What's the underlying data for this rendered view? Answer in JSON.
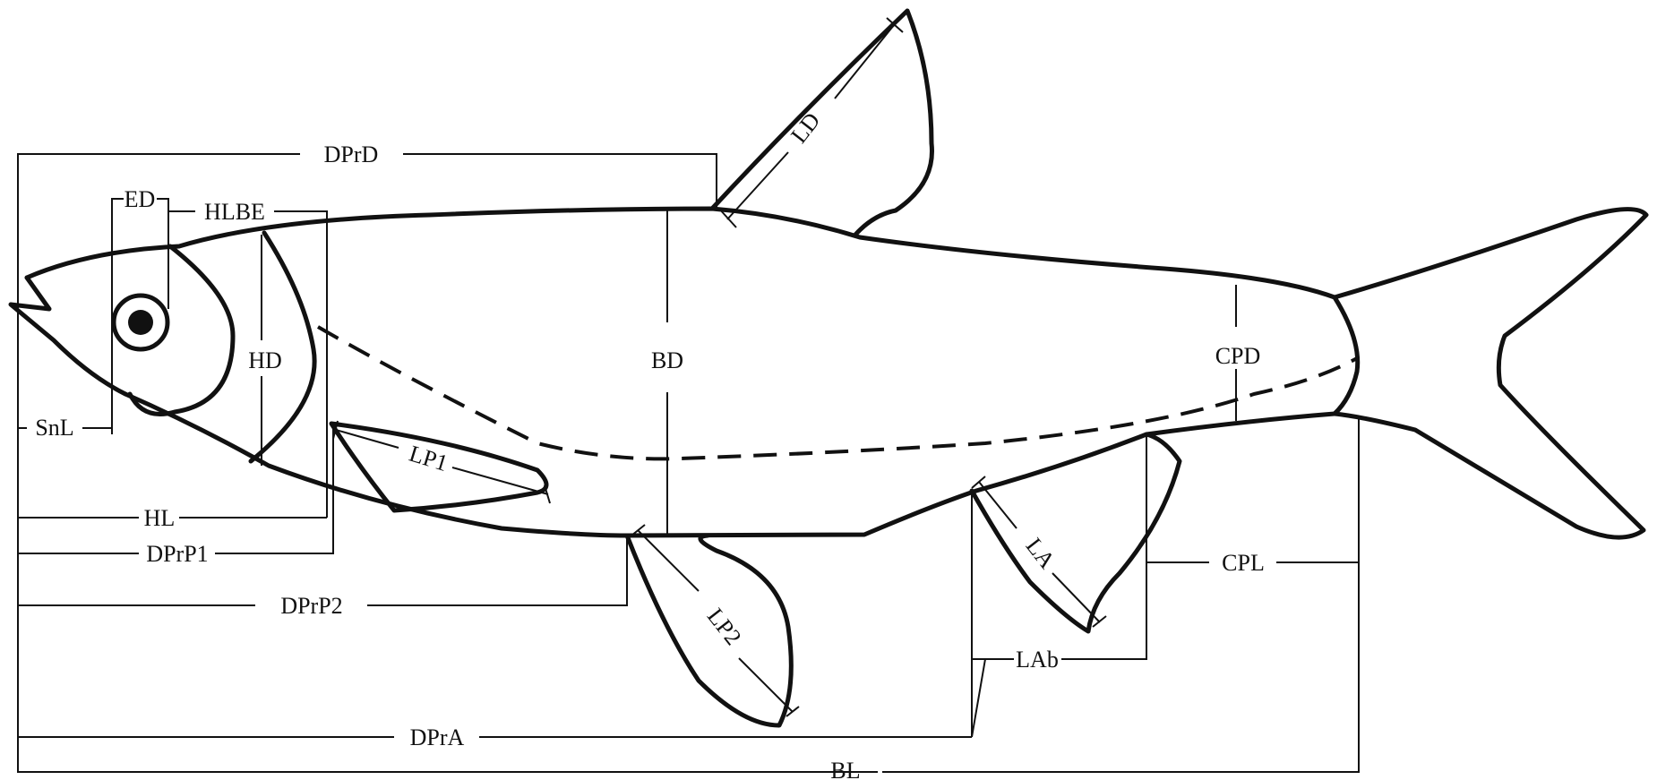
{
  "labels": {
    "dprd": "DPrD",
    "ld": "LD",
    "ed": "ED",
    "hlbe": "HLBE",
    "hd": "HD",
    "bd": "BD",
    "cpd": "CPD",
    "snl": "SnL",
    "lp1": "LP1",
    "hl": "HL",
    "dprp1": "DPrP1",
    "dprp2": "DPrP2",
    "lp2": "LP2",
    "la": "LA",
    "cpl": "CPL",
    "lab": "LAb",
    "dpra": "DPrA",
    "bl": "BL"
  }
}
